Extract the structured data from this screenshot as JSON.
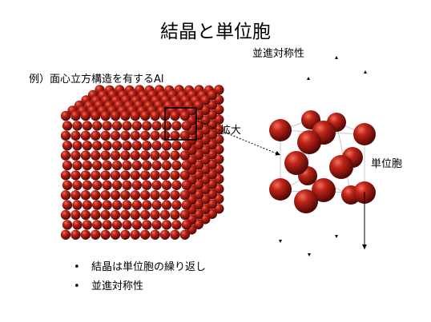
{
  "slide": {
    "title": "結晶と単位胞",
    "subtitle": "例）面心立方構造を有するAl",
    "symmetry_label": "並進対称性",
    "zoom_label": "拡大",
    "unit_cell_label": "単位胞",
    "bullet_glyph": "•",
    "bullets": [
      "結晶は単位胞の繰り返し",
      "並進対称性"
    ],
    "sphere_color": "#a01810"
  }
}
